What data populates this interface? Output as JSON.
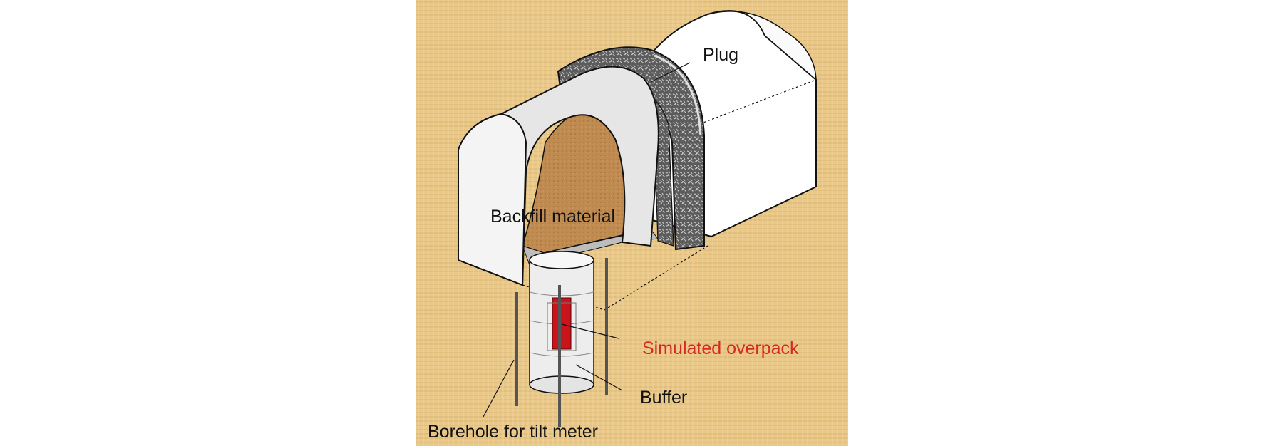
{
  "labels": {
    "plug": "Plug",
    "backfill": "Backfill material",
    "overpack": "Simulated overpack",
    "buffer": "Buffer",
    "borehole": "Borehole for tilt meter"
  },
  "colors": {
    "background": "#e9c889",
    "backfill": "#bf8a4e",
    "overpack": "#c8141a",
    "overpack_label": "#d42a22",
    "plug_face": "#ffffff",
    "lining": "#e9e9e9",
    "concrete": "#6a6a6a",
    "line": "#111111"
  }
}
